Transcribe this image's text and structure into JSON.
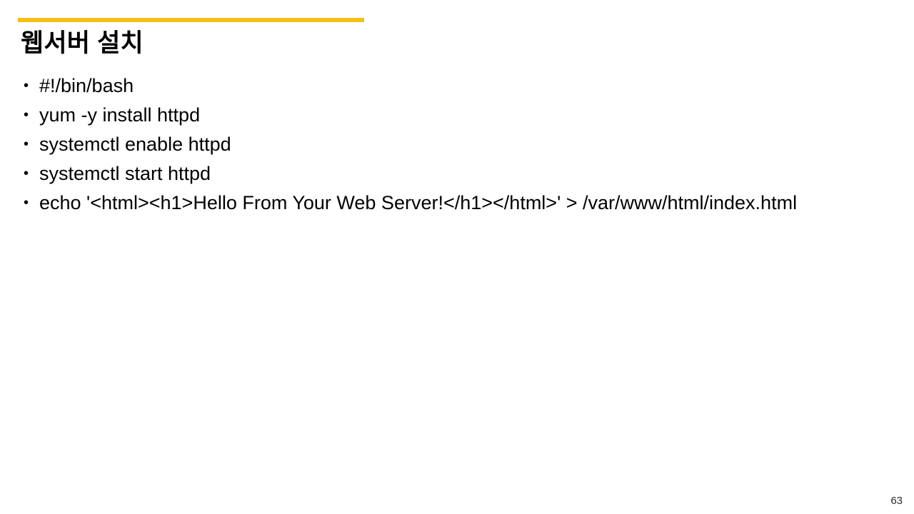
{
  "slide": {
    "title": "웹서버 설치",
    "accent_color": "#F5BE18",
    "background_color": "#FFFFFF",
    "text_color": "#000000",
    "page_number": "63",
    "bullet_marker": "•",
    "bullets": [
      {
        "text": "#!/bin/bash"
      },
      {
        "text": "yum -y install httpd"
      },
      {
        "text": "systemctl enable httpd"
      },
      {
        "text": "systemctl start httpd"
      },
      {
        "text": "echo '<html><h1>Hello From Your Web Server!</h1></html>'  >  /var/www/html/index.html"
      }
    ]
  }
}
